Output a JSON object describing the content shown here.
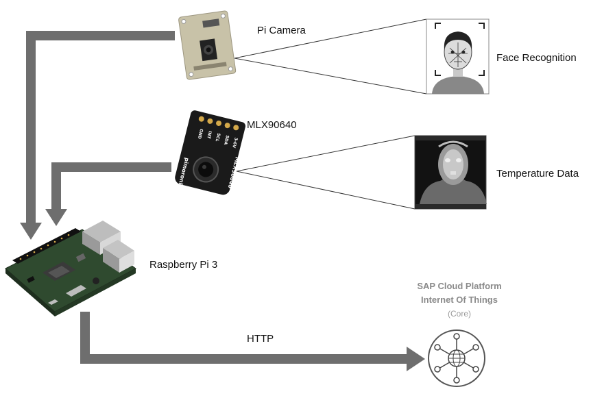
{
  "labels": {
    "pi_camera": "Pi Camera",
    "face_recognition": "Face Recognition",
    "mlx": "MLX90640",
    "temperature_data": "Temperature Data",
    "raspberry_pi": "Raspberry Pi 3",
    "http": "HTTP"
  },
  "sap": {
    "line1": "SAP Cloud Platform",
    "line2": "Internet Of Things",
    "line3": "(Core)"
  },
  "mlx_board": {
    "pins": [
      "GND",
      "INT",
      "SCL",
      "SDA",
      "3-6V"
    ],
    "brand": "pimoroni.com",
    "model": "MLX90640"
  },
  "colors": {
    "arrow": "#6e6e6e",
    "board": "#1a1a1a",
    "camera_pcb": "#c8c2a8",
    "sap_text": "#8a8a8a"
  }
}
